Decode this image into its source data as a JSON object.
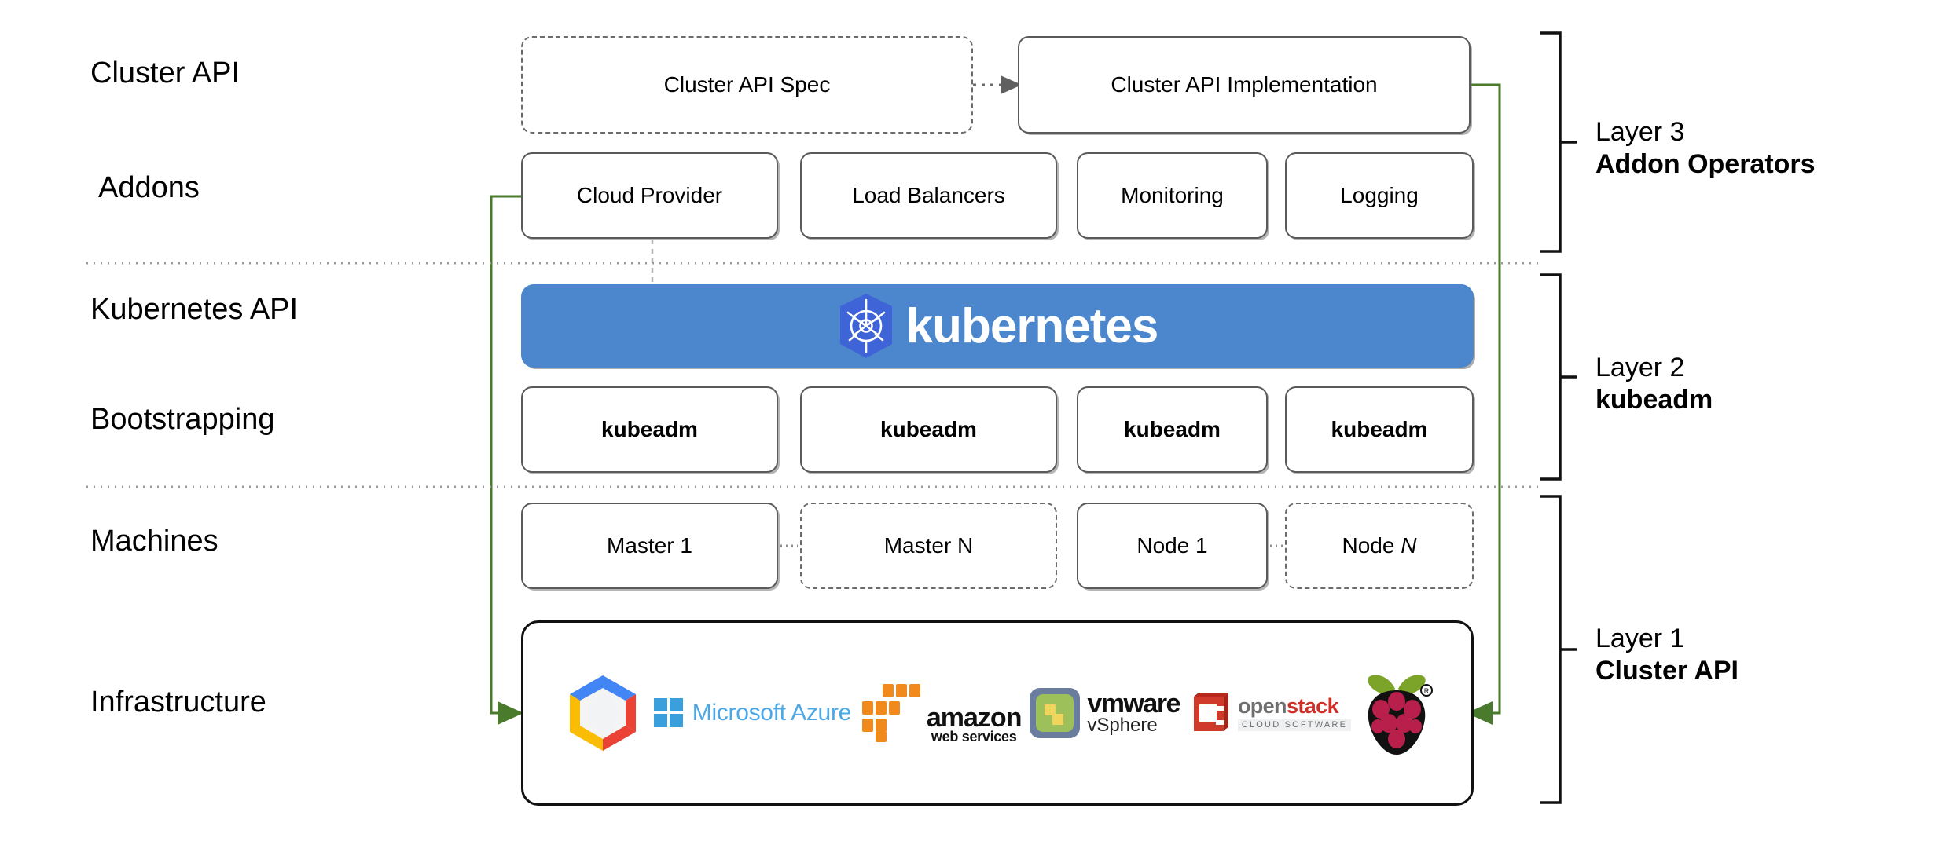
{
  "diagram": {
    "title": "Kubernetes Cluster API layered architecture",
    "accent_blue": "#4C86CC",
    "accent_green": "#4A7A2C",
    "arrow_gray": "#6B6B6B"
  },
  "row_labels": [
    {
      "id": "cluster-api",
      "text": "Cluster API"
    },
    {
      "id": "addons",
      "text": "Addons"
    },
    {
      "id": "kubernetes-api",
      "text": "Kubernetes API"
    },
    {
      "id": "bootstrapping",
      "text": "Bootstrapping"
    },
    {
      "id": "machines",
      "text": "Machines"
    },
    {
      "id": "infrastructure",
      "text": "Infrastructure"
    }
  ],
  "cluster_api_row": {
    "spec": {
      "label": "Cluster API Spec",
      "style": "dashed"
    },
    "implementation": {
      "label": "Cluster API Implementation",
      "style": "solid"
    },
    "connector": "dotted-arrow-right"
  },
  "addons_row": [
    {
      "label": "Cloud Provider"
    },
    {
      "label": "Load Balancers"
    },
    {
      "label": "Monitoring"
    },
    {
      "label": "Logging"
    }
  ],
  "kubernetes_bar": {
    "label": "kubernetes",
    "logo": "kubernetes-wheel-logo",
    "background": "#4C86CC"
  },
  "bootstrapping_row": [
    {
      "label": "kubeadm"
    },
    {
      "label": "kubeadm"
    },
    {
      "label": "kubeadm"
    },
    {
      "label": "kubeadm"
    }
  ],
  "machines_row": [
    {
      "label": "Master 1",
      "style": "solid",
      "italic_suffix": ""
    },
    {
      "label": "Master N",
      "style": "dashed",
      "italic_suffix": ""
    },
    {
      "label": "Node 1",
      "style": "solid",
      "italic_suffix": ""
    },
    {
      "label": "Node",
      "style": "dashed",
      "italic_suffix": "N"
    }
  ],
  "infrastructure_logos": [
    {
      "name": "google-cloud-platform-logo",
      "text": ""
    },
    {
      "name": "microsoft-azure-logo",
      "text": "Microsoft Azure"
    },
    {
      "name": "amazon-web-services-logo",
      "text": "amazon",
      "subtext": "web services"
    },
    {
      "name": "vmware-vsphere-logo",
      "text": "vmware",
      "subtext": "vSphere"
    },
    {
      "name": "openstack-logo",
      "text_gray": "open",
      "text_red": "stack",
      "subtext": "CLOUD SOFTWARE"
    },
    {
      "name": "raspberry-pi-logo",
      "text": ""
    }
  ],
  "layers": [
    {
      "id": "layer-3",
      "number": "Layer 3",
      "name": "Addon Operators"
    },
    {
      "id": "layer-2",
      "number": "Layer 2",
      "name": "kubeadm"
    },
    {
      "id": "layer-1",
      "number": "Layer 1",
      "name": "Cluster API"
    }
  ]
}
